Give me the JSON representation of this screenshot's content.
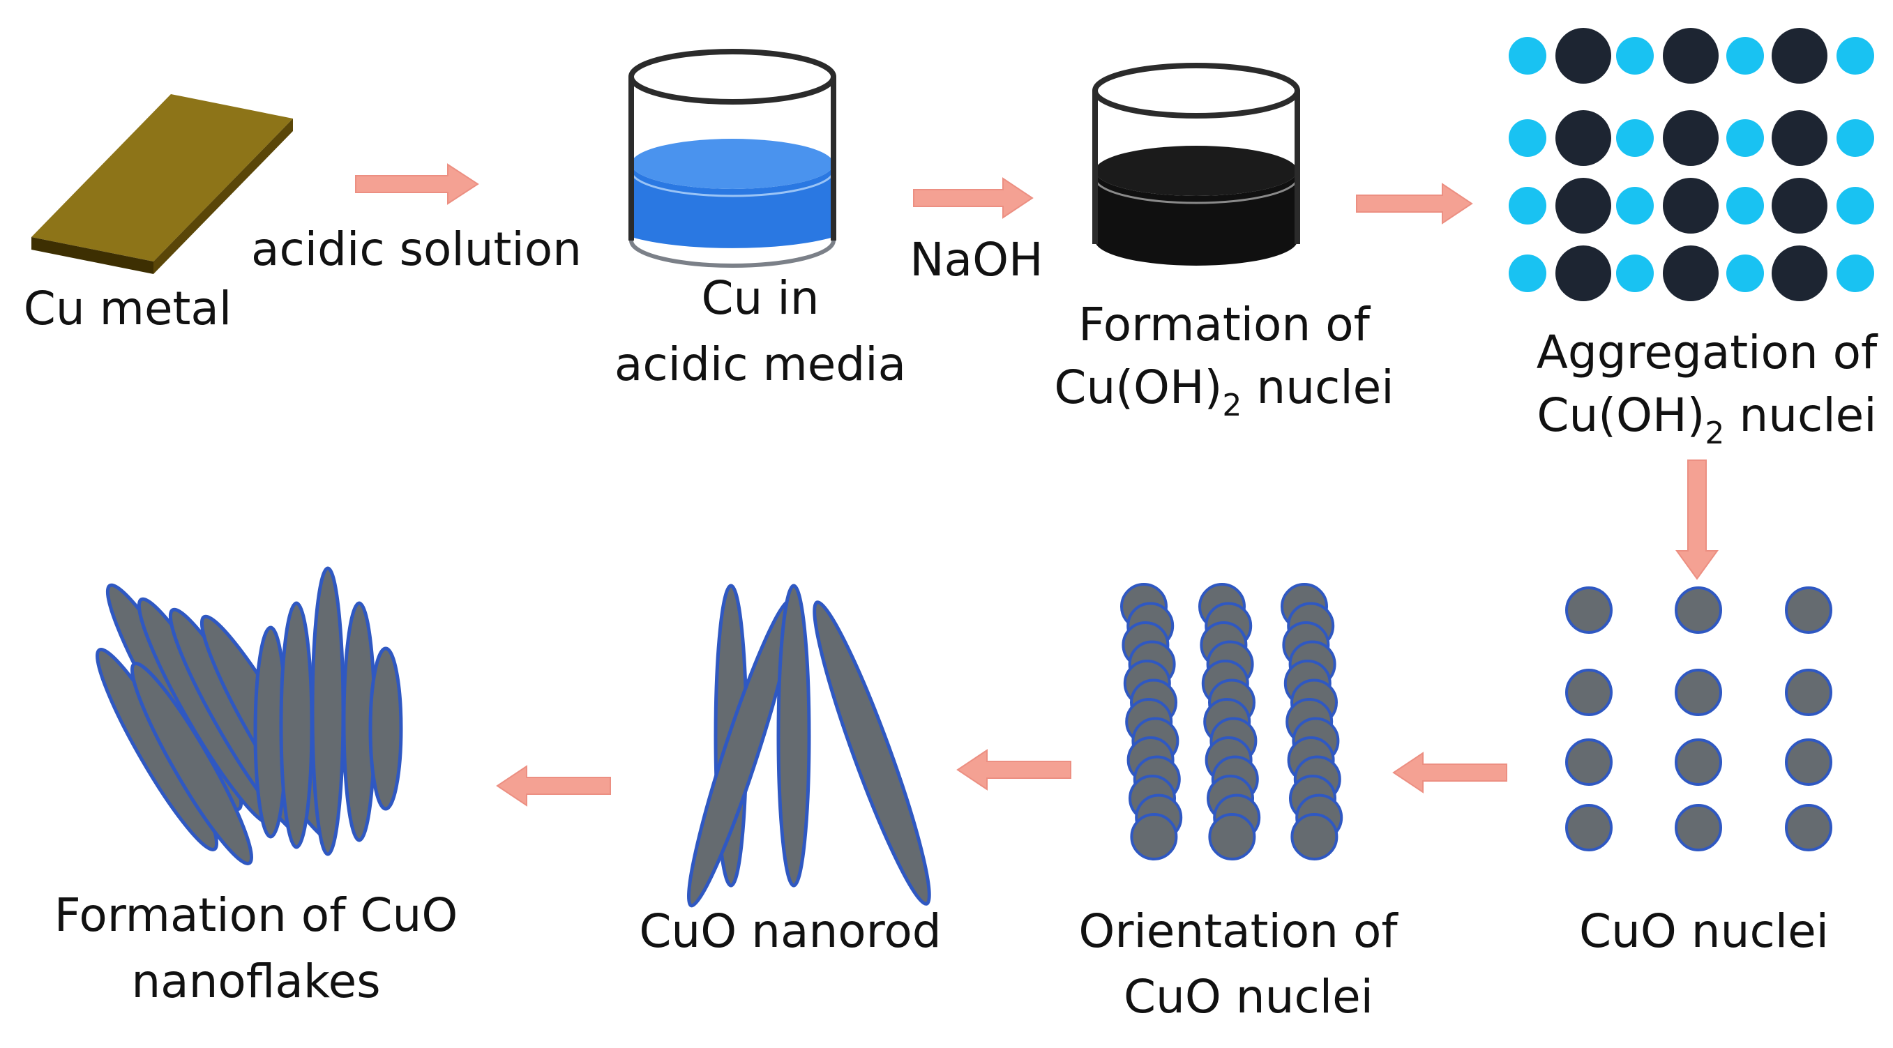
{
  "colors": {
    "arrow": "#f4a193",
    "arrow_edge": "#ec8f82",
    "copper_plate_top": "#8d7418",
    "copper_plate_side": "#4d3c05",
    "solution_blue": "#2a78e2",
    "solution_dark": "#101010",
    "nucleus_dark": "#1d2532",
    "nucleus_light": "#19c2f2",
    "cuo_fill": "#656b70",
    "cuo_stroke": "#2f58c2"
  },
  "labels": {
    "cu_metal": "Cu metal",
    "acidic_solution": "acidic solution",
    "cu_in_line1": "Cu in",
    "cu_in_line2": "acidic media",
    "naoh": "NaOH",
    "formation_line1": "Formation of",
    "formation_line2_pre": "Cu(OH)",
    "formation_line2_sub": "2",
    "formation_line2_post": " nuclei",
    "aggregation_line1": "Aggregation of",
    "aggregation_line2_pre": "Cu(OH)",
    "aggregation_line2_sub": "2",
    "aggregation_line2_post": " nuclei",
    "cuo_nuclei": "CuO nuclei",
    "orientation_line1": "Orientation of",
    "orientation_line2": "CuO nuclei",
    "cuo_nanorod": "CuO nanorod",
    "nanoflakes_line1": "Formation of CuO",
    "nanoflakes_line2": "nanoflakes"
  }
}
